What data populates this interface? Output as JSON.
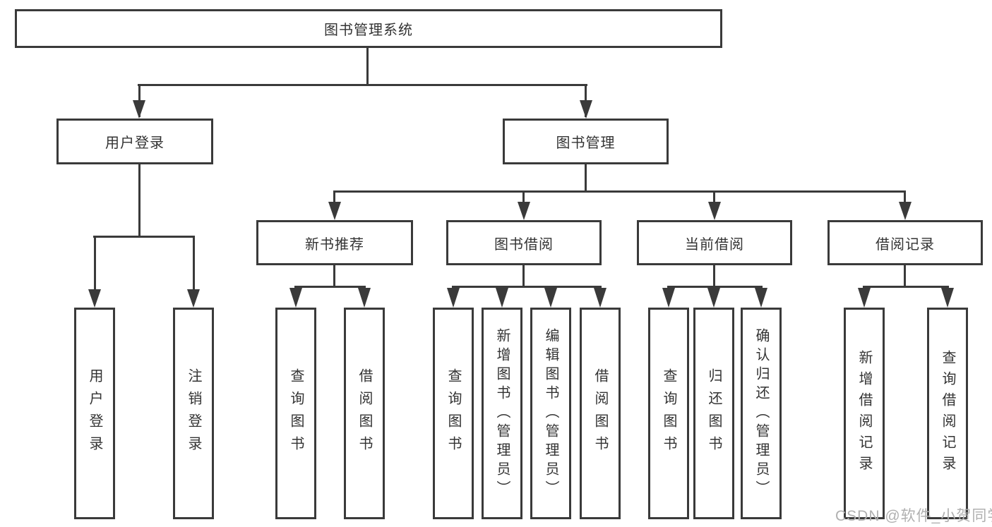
{
  "diagram": {
    "root": {
      "label": "图书管理系统"
    },
    "level2": [
      {
        "label": "用户登录"
      },
      {
        "label": "图书管理"
      }
    ],
    "level3": [
      {
        "label": "新书推荐"
      },
      {
        "label": "图书借阅"
      },
      {
        "label": "当前借阅"
      },
      {
        "label": "借阅记录"
      }
    ],
    "leaves": {
      "user_login": [
        "用户登录",
        "注销登录"
      ],
      "new_book": [
        "查询图书",
        "借阅图书"
      ],
      "book_borrow": [
        "查询图书",
        "新增图书（管理员）",
        "编辑图书（管理员）",
        "借阅图书"
      ],
      "current_borrow": [
        "查询图书",
        "归还图书",
        "确认归还（管理员）"
      ],
      "borrow_record": [
        "新增借阅记录",
        "查询借阅记录"
      ]
    }
  },
  "watermark": "CSDN @软件_小贺同学",
  "colors": {
    "line": "#3a3a3a",
    "text": "#333333",
    "watermark": "#b0b0b0",
    "background": "#ffffff"
  }
}
